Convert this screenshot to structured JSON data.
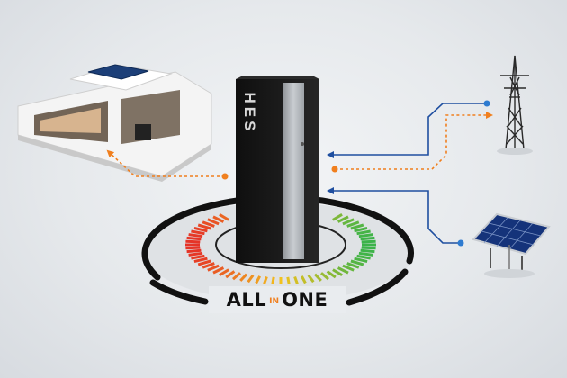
{
  "product": {
    "label": "HES"
  },
  "logo": {
    "left": "ALL",
    "middle": "IN",
    "right": "ONE"
  },
  "colors": {
    "background": "#e6e9ec",
    "cabinet": "#161616",
    "cabinet_door": "#b7bbbf",
    "arrow_blue": "#1f4fa0",
    "arrow_orange": "#f07f1e",
    "ring": "#111111",
    "gauge_red": "#e53327",
    "gauge_yellow": "#f3c21d",
    "gauge_green": "#3bb34a"
  },
  "icons": [
    "house-icon",
    "power-pylon-icon",
    "solar-panel-icon"
  ]
}
